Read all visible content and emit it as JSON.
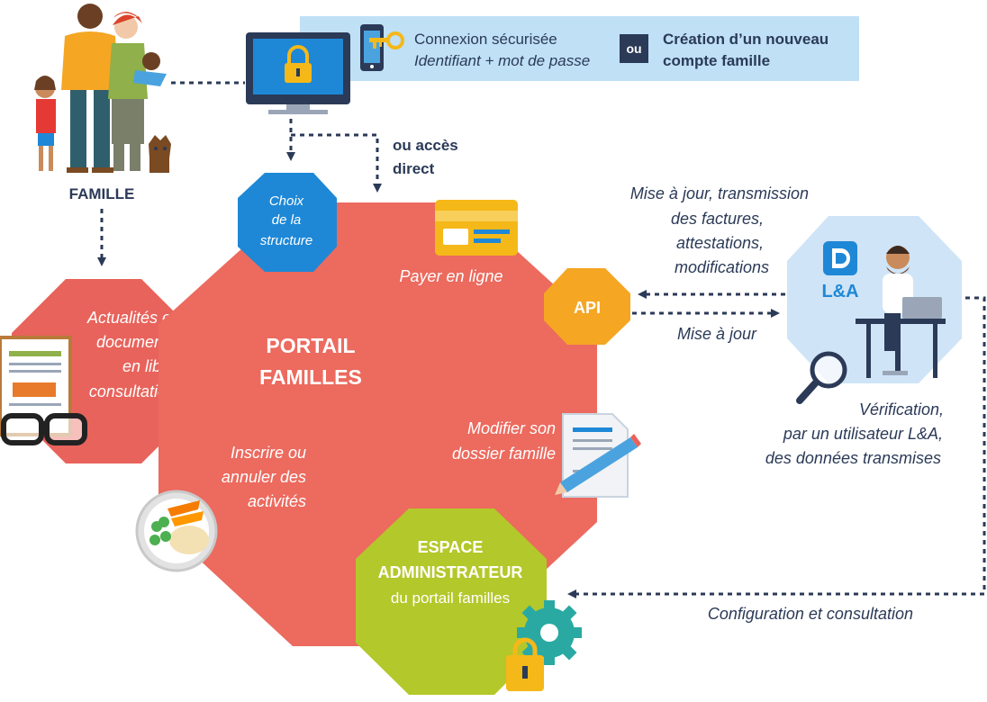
{
  "colors": {
    "main_octagon": "#ec6a5e",
    "left_octagon": "#e8635b",
    "choice_octagon": "#1e88d6",
    "api_octagon": "#f5a623",
    "admin_octagon": "#b3c82a",
    "la_octagon": "#cfe4f7",
    "top_banner": "#bfe0f5",
    "text_navy": "#2b3a57",
    "connector": "#2b3a57"
  },
  "icons": [
    "family-illustration",
    "monitor-lock-icon",
    "phone-key-icon",
    "credit-card-icon",
    "document-pencil-icon",
    "food-plate-icon",
    "glasses-document-icon",
    "gear-lock-icon",
    "magnifier-icon",
    "la-logo-icon",
    "la-user-at-desk-illustration"
  ],
  "famille_label": "FAMILLE",
  "banner": {
    "connexion_title": "Connexion sécurisée",
    "connexion_sub": "Identifiant + mot de passe",
    "ou": "ou",
    "creation_line1": "Création d’un nouveau",
    "creation_line2": "compte famille"
  },
  "direct_access": {
    "line1": "ou accès",
    "line2": "direct"
  },
  "choix": {
    "line1": "Choix",
    "line2": "de la",
    "line3": "structure"
  },
  "portail": {
    "line1": "PORTAIL",
    "line2": "FAMILLES"
  },
  "payer": "Payer en ligne",
  "api": "API",
  "actualites": {
    "line1": "Actualités et",
    "line2": "documents",
    "line3": "en libre",
    "line4": "consultation"
  },
  "inscrire": {
    "line1": "Inscrire ou",
    "line2": "annuler des",
    "line3": "activités"
  },
  "modifier": {
    "line1": "Modifier son",
    "line2": "dossier famille"
  },
  "admin": {
    "line1": "ESPACE",
    "line2": "ADMINISTRATEUR",
    "line3": "du portail familles"
  },
  "mise_a_jour_transmission": {
    "line1": "Mise à jour, transmission",
    "line2": "des factures,",
    "line3": "attestations,",
    "line4": "modifications"
  },
  "mise_a_jour": "Mise à jour",
  "la_logo": "L&A",
  "verification": {
    "line1": "Vérification,",
    "line2": "par un utilisateur L&A,",
    "line3": "des données transmises"
  },
  "configuration": "Configuration et consultation"
}
